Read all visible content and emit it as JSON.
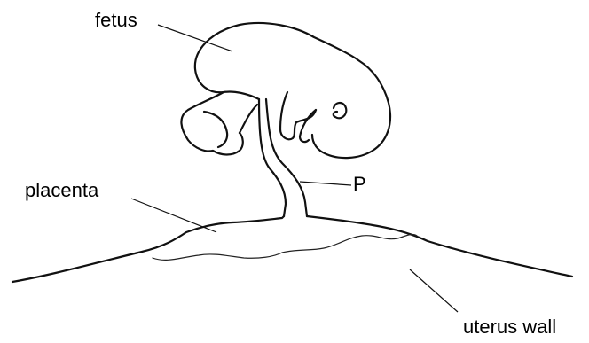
{
  "labels": {
    "fetus": "fetus",
    "placenta": "placenta",
    "p": "P",
    "uterus_wall": "uterus wall"
  }
}
